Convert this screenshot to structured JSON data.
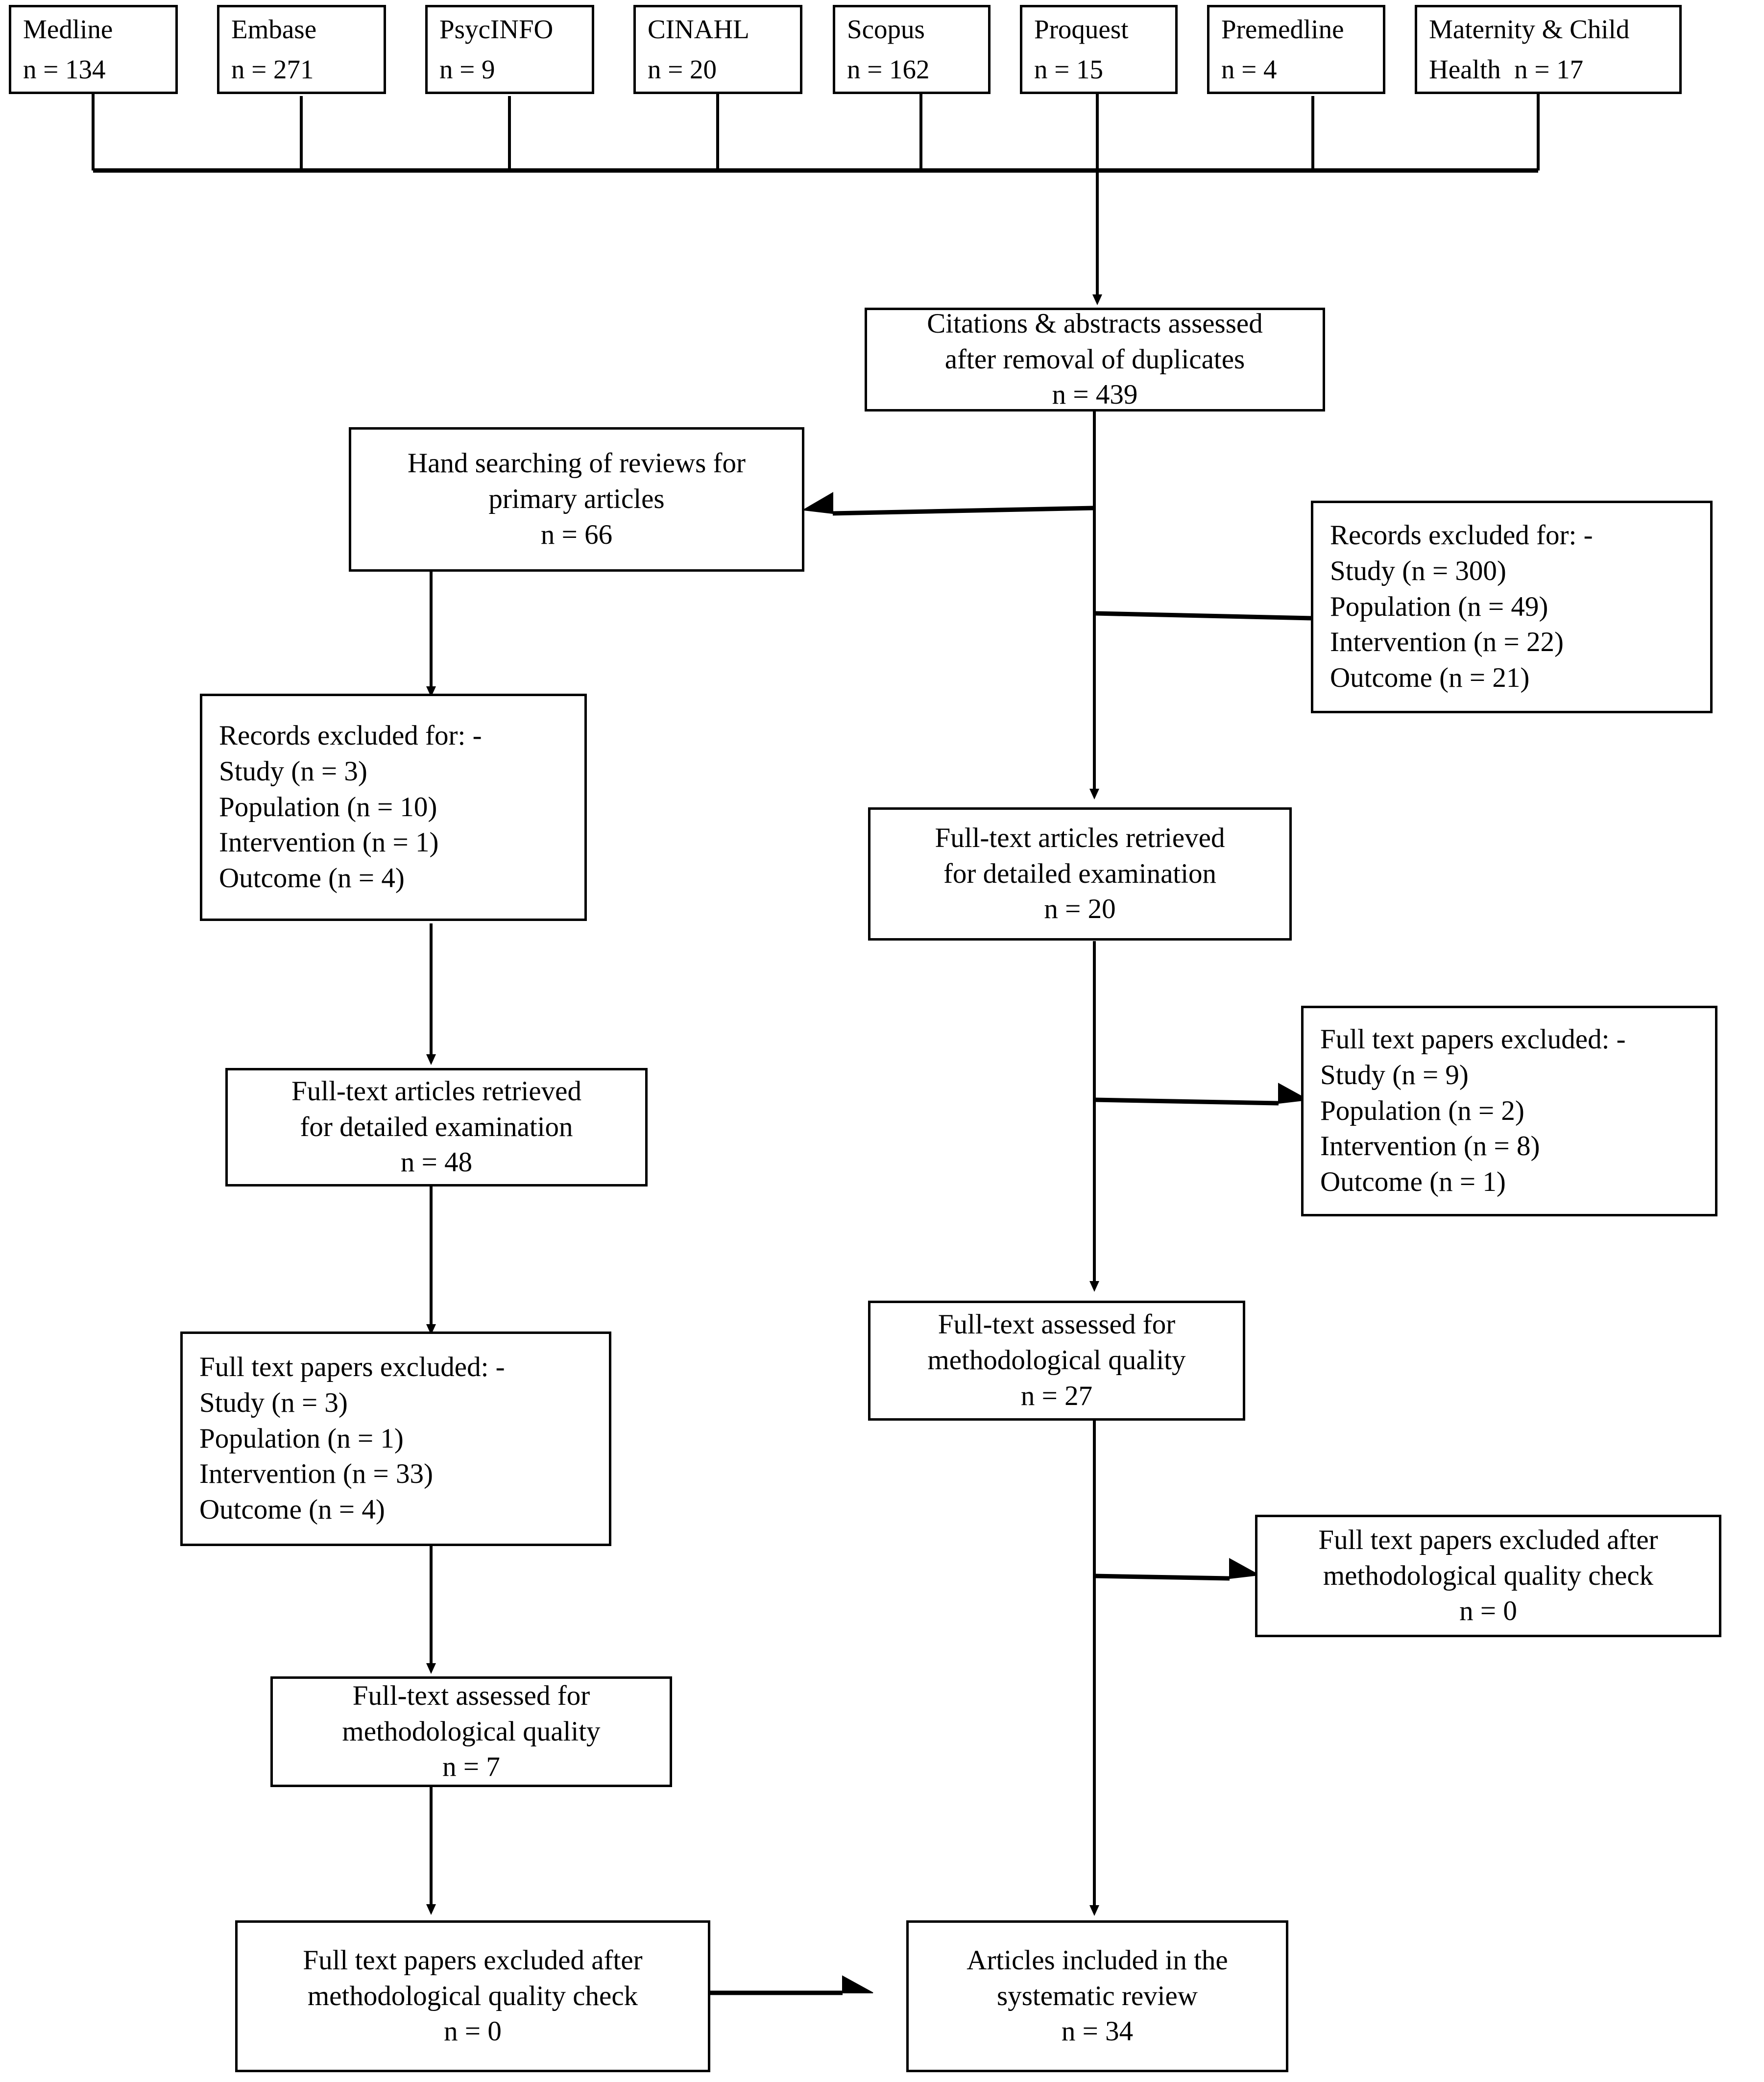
{
  "diagram": {
    "type": "prisma-flow-diagram",
    "title": "Systematic review study selection flow diagram",
    "stroke_color": "#000000",
    "background_color": "#ffffff"
  },
  "sources": [
    {
      "name": "Medline",
      "count_label": "n = 134"
    },
    {
      "name": "Embase",
      "count_label": "n = 271"
    },
    {
      "name": "PsycINFO",
      "count_label": "n = 9"
    },
    {
      "name": "CINAHL",
      "count_label": "n = 20"
    },
    {
      "name": "Scopus",
      "count_label": "n = 162"
    },
    {
      "name": "Proquest",
      "count_label": "n = 15"
    },
    {
      "name": "Premedline",
      "count_label": "n = 4"
    },
    {
      "name": "Maternity & Child",
      "count_label": "Health  n = 17"
    }
  ],
  "nodes": {
    "citations": {
      "line1": "Citations & abstracts assessed",
      "line2": "after removal of duplicates",
      "line3": "n = 439"
    },
    "hand_search": {
      "line1": "Hand searching of reviews for",
      "line2": "primary articles",
      "line3": "n = 66"
    },
    "records_excluded_right": {
      "line1": "Records excluded for: -",
      "line2": "Study (n = 300)",
      "line3": "Population (n = 49)",
      "line4": "Intervention (n = 22)",
      "line5": "Outcome (n = 21)"
    },
    "records_excluded_left": {
      "line1": "Records excluded for: -",
      "line2": "Study (n = 3)",
      "line3": "Population (n = 10)",
      "line4": "Intervention (n = 1)",
      "line5": "Outcome (n = 4)"
    },
    "fulltext_retrieved_center": {
      "line1": "Full-text articles retrieved",
      "line2": "for detailed examination",
      "line3": "n = 20"
    },
    "fulltext_retrieved_left": {
      "line1": "Full-text articles retrieved",
      "line2": "for detailed examination",
      "line3": "n = 48"
    },
    "fulltext_excluded_right": {
      "line1": "Full text papers excluded: -",
      "line2": "Study (n = 9)",
      "line3": "Population (n = 2)",
      "line4": "Intervention (n = 8)",
      "line5": "Outcome (n = 1)"
    },
    "fulltext_excluded_left": {
      "line1": "Full text papers excluded: -",
      "line2": "Study (n = 3)",
      "line3": "Population (n = 1)",
      "line4": "Intervention (n = 33)",
      "line5": "Outcome (n = 4)"
    },
    "quality_assessed_center": {
      "line1": "Full-text assessed for",
      "line2": "methodological quality",
      "line3": "n = 27"
    },
    "quality_assessed_left": {
      "line1": "Full-text assessed for",
      "line2": "methodological quality",
      "line3": "n = 7"
    },
    "quality_excluded_right": {
      "line1": "Full text papers excluded after",
      "line2": "methodological quality check",
      "line3": "n = 0"
    },
    "quality_excluded_left": {
      "line1": "Full text papers excluded after",
      "line2": "methodological quality check",
      "line3": "n = 0"
    },
    "included": {
      "line1": "Articles included in the",
      "line2": "systematic review",
      "line3": "n = 34"
    }
  },
  "chart_data": {
    "type": "diagram",
    "title": "PRISMA study selection flow",
    "database_counts": {
      "Medline": 134,
      "Embase": 271,
      "PsycINFO": 9,
      "CINAHL": 20,
      "Scopus": 162,
      "Proquest": 15,
      "Premedline": 4,
      "Maternity & Child Health": 17
    },
    "stages": [
      {
        "label": "Citations & abstracts assessed after removal of duplicates",
        "n": 439
      },
      {
        "label": "Hand searching of reviews for primary articles",
        "n": 66
      },
      {
        "label": "Full-text articles retrieved for detailed examination (database track)",
        "n": 20
      },
      {
        "label": "Full-text articles retrieved for detailed examination (hand search track)",
        "n": 48
      },
      {
        "label": "Full-text assessed for methodological quality (database track)",
        "n": 27
      },
      {
        "label": "Full-text assessed for methodological quality (hand search track)",
        "n": 7
      },
      {
        "label": "Articles included in the systematic review",
        "n": 34
      }
    ],
    "exclusions": [
      {
        "stage": "Records excluded (database screen)",
        "Study": 300,
        "Population": 49,
        "Intervention": 22,
        "Outcome": 21
      },
      {
        "stage": "Records excluded (hand search screen)",
        "Study": 3,
        "Population": 10,
        "Intervention": 1,
        "Outcome": 4
      },
      {
        "stage": "Full text papers excluded (database track)",
        "Study": 9,
        "Population": 2,
        "Intervention": 8,
        "Outcome": 1
      },
      {
        "stage": "Full text papers excluded (hand search track)",
        "Study": 3,
        "Population": 1,
        "Intervention": 33,
        "Outcome": 4
      },
      {
        "stage": "Full text papers excluded after methodological quality check (database track)",
        "n": 0
      },
      {
        "stage": "Full text papers excluded after methodological quality check (hand search track)",
        "n": 0
      }
    ]
  }
}
